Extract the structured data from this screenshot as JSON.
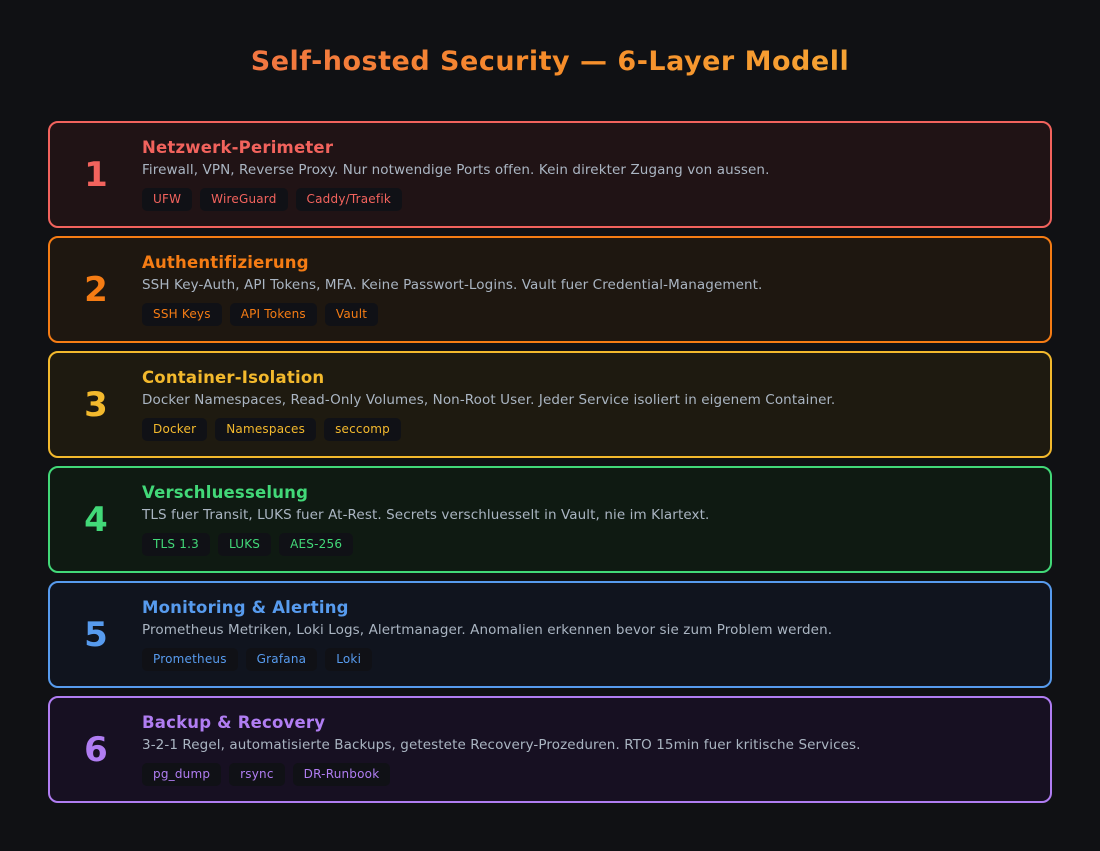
{
  "page": {
    "title": "Self-hosted Security — 6-Layer Modell",
    "background": "#101114",
    "title_gradient": [
      "#ee6355",
      "#f68c2a",
      "#f6b73c"
    ]
  },
  "layers": [
    {
      "number": "1",
      "title": "Netzwerk-Perimeter",
      "description": "Firewall, VPN, Reverse Proxy. Nur notwendige Ports offen. Kein direkter Zugang von aussen.",
      "tags": [
        "UFW",
        "WireGuard",
        "Caddy/Traefik"
      ],
      "accent": "#f2635d",
      "card_bg": "#201315"
    },
    {
      "number": "2",
      "title": "Authentifizierung",
      "description": "SSH Key-Auth, API Tokens, MFA. Keine Passwort-Logins. Vault fuer Credential-Management.",
      "tags": [
        "SSH Keys",
        "API Tokens",
        "Vault"
      ],
      "accent": "#f57c14",
      "card_bg": "#1e1710"
    },
    {
      "number": "3",
      "title": "Container-Isolation",
      "description": "Docker Namespaces, Read-Only Volumes, Non-Root User. Jeder Service isoliert in eigenem Container.",
      "tags": [
        "Docker",
        "Namespaces",
        "seccomp"
      ],
      "accent": "#f3b92d",
      "card_bg": "#1e1a10"
    },
    {
      "number": "4",
      "title": "Verschluesselung",
      "description": "TLS fuer Transit, LUKS fuer At-Rest. Secrets verschluesselt in Vault, nie im Klartext.",
      "tags": [
        "TLS 1.3",
        "LUKS",
        "AES-256"
      ],
      "accent": "#42d878",
      "card_bg": "#0f1a12"
    },
    {
      "number": "5",
      "title": "Monitoring & Alerting",
      "description": "Prometheus Metriken, Loki Logs, Alertmanager. Anomalien erkennen bevor sie zum Problem werden.",
      "tags": [
        "Prometheus",
        "Grafana",
        "Loki"
      ],
      "accent": "#579bee",
      "card_bg": "#10141e"
    },
    {
      "number": "6",
      "title": "Backup & Recovery",
      "description": "3-2-1 Regel, automatisierte Backups, getestete Recovery-Prozeduren. RTO 15min fuer kritische Services.",
      "tags": [
        "pg_dump",
        "rsync",
        "DR-Runbook"
      ],
      "accent": "#b07df2",
      "card_bg": "#171022"
    }
  ]
}
